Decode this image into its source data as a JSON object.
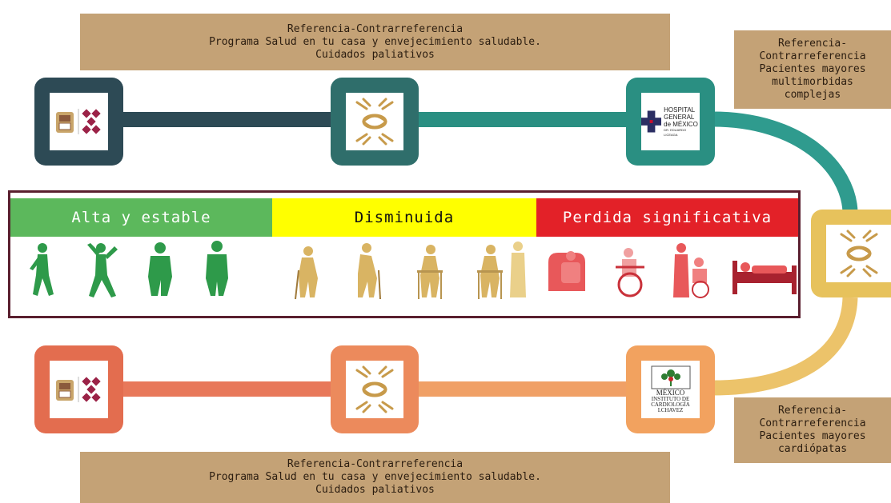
{
  "notes": {
    "top": [
      "Referencia-Contrarreferencia",
      "Programa Salud en tu casa y envejecimiento saludable.",
      "Cuidados paliativos"
    ],
    "bottom": [
      "Referencia-Contrarreferencia",
      "Programa Salud en tu casa y envejecimiento saludable.",
      "Cuidados paliativos"
    ],
    "right_top": [
      "Referencia-",
      "Contrarreferencia",
      "Pacientes mayores",
      "multimorbidas",
      "complejas"
    ],
    "right_bottom": [
      "Referencia-",
      "Contrarreferencia",
      "Pacientes mayores",
      "cardiópatas"
    ]
  },
  "bands": {
    "alta": "Alta y estable",
    "disminuida": "Disminuida",
    "perdida": "Perdida significativa"
  },
  "logos": {
    "hospital_general": [
      "HOSPITAL",
      "GENERAL",
      "de MÉXICO",
      "DR. EDUARDO LICEAGA"
    ],
    "cardiologia": [
      "MÉXICO",
      "INSTITUTO DE",
      "CARDIOLOGÍA",
      "I.CHAVEZ"
    ]
  },
  "colors": {
    "note": "#c4a276",
    "node_dark": "#2d4a55",
    "node_teal": "#2f6e6b",
    "node_green": "#2a8f82",
    "node_gold": "#e7c25c",
    "node_coral": "#e36d4f",
    "node_salmon": "#ec8a5c",
    "node_orange": "#f2a25f",
    "band_green": "#5cb85c",
    "band_yellow": "#ffff00",
    "band_red": "#e32128",
    "frame": "#5a1f2f"
  },
  "icons": {
    "government_logo": "cdmx-government-logo-icon",
    "institutional_emblem": "geriatrics-emblem-icon",
    "people_green": "active-elder-figure-icon",
    "people_gold": "frail-elder-figure-icon",
    "people_red": "dependent-elder-figure-icon"
  }
}
